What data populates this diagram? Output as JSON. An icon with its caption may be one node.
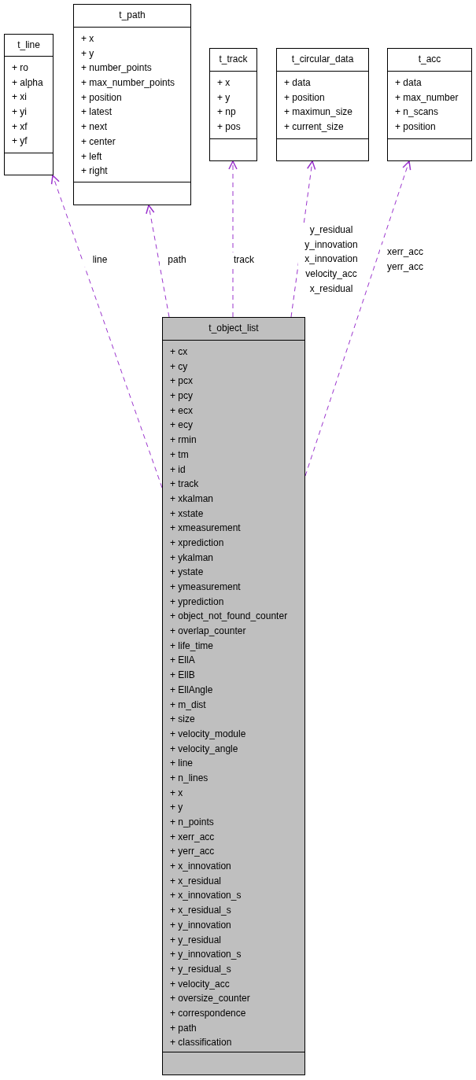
{
  "diagram": {
    "nodes": [
      {
        "text": [
          "t_line",
          "+ ro",
          "+ alpha",
          "+ xi",
          "+ yi",
          "+ xf",
          "+ yf"
        ]
      },
      {
        "text": [
          "t_path",
          "+ x",
          "+ y",
          "+ number_points",
          "+ max_number_points",
          "+ position",
          "+ latest",
          "+ next",
          "+ center",
          "+ left",
          "+ right"
        ]
      },
      {
        "text": [
          "t_track",
          "+ x",
          "+ y",
          "+ np",
          "+ pos"
        ]
      },
      {
        "text": [
          "t_circular_data",
          "+ data",
          "+ position",
          "+ maximun_size",
          "+ current_size"
        ]
      },
      {
        "text": [
          "t_acc",
          "+ data",
          "+ max_number",
          "+ n_scans",
          "+ position"
        ]
      },
      {
        "text": [
          "t_object_list",
          "+ cx",
          "+ cy",
          "+ pcx",
          "+ pcy",
          "+ ecx",
          "+ ecy",
          "+ rmin",
          "+ tm",
          "+ id",
          "+ track",
          "+ xkalman",
          "+ xstate",
          "+ xmeasurement",
          "+ xprediction",
          "+ ykalman",
          "+ ystate",
          "+ ymeasurement",
          "+ yprediction",
          "+ object_not_found_counter",
          "+ overlap_counter",
          "+ life_time",
          "+ EllA",
          "+ EllB",
          "+ EllAngle",
          "+ m_dist",
          "+ size",
          "+ velocity_module",
          "+ velocity_angle",
          "+ line",
          "+ n_lines",
          "+ x",
          "+ y",
          "+ n_points",
          "+ xerr_acc",
          "+ yerr_acc",
          "+ x_innovation",
          "+ x_residual",
          "+ x_innovation_s",
          "+ x_residual_s",
          "+ y_innovation",
          "+ y_residual",
          "+ y_innovation_s",
          "+ y_residual_s",
          "+ velocity_acc",
          "+ oversize_counter",
          "+ correspondence",
          "+ path",
          "+ classification"
        ]
      }
    ],
    "edges": [
      {
        "from": 5,
        "to": 0,
        "arrow": "to",
        "label": "line",
        "style": "dashed"
      },
      {
        "from": 5,
        "to": 1,
        "arrow": "to",
        "label": "path",
        "style": "dashed"
      },
      {
        "from": 5,
        "to": 2,
        "arrow": "to",
        "label": "track",
        "style": "dashed"
      },
      {
        "from": 5,
        "to": 3,
        "arrow": "to",
        "label": "y_residual y_innovation x_innovation velocity_acc x_residual",
        "style": "dashed"
      },
      {
        "from": 5,
        "to": 4,
        "arrow": "to",
        "label": "xerr_acc yerr_acc",
        "style": "dashed"
      }
    ]
  }
}
